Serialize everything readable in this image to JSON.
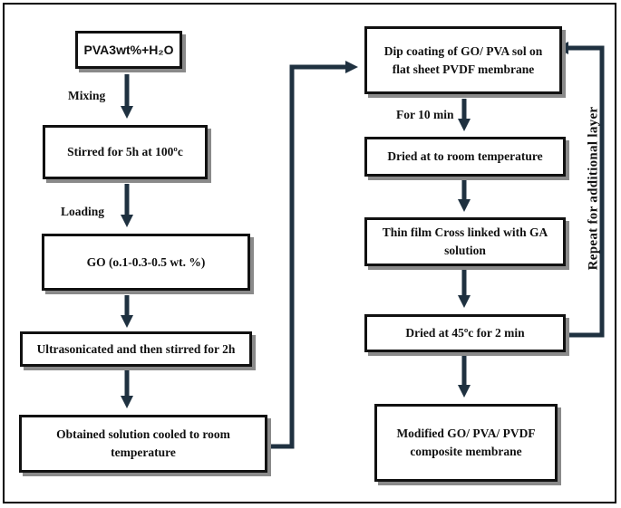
{
  "colors": {
    "arrow": "#1f3140",
    "border": "#111111",
    "shadow": "#8a8a8a"
  },
  "left_column": {
    "box1": "PVA3wt%+H₂O",
    "label_mixing": "Mixing",
    "box2": "Stirred for 5h at 100ºc",
    "label_loading": "Loading",
    "box3": "GO (o.1-0.3-0.5 wt. %)",
    "box4": "Ultrasonicated and  then stirred for 2h",
    "box5_line1": "Obtained solution cooled  to room",
    "box5_line2": "temperature"
  },
  "right_column": {
    "box1_line1": "Dip coating of GO/ PVA  sol on",
    "box1_line2": "flat sheet PVDF membrane",
    "label_time": "For 10 min",
    "box2": "Dried at to room temperature",
    "box3_line1": "Thin film Cross linked with GA",
    "box3_line2": "solution",
    "box4": "Dried at 45ºc for 2 min",
    "box5_line1": "Modified  GO/ PVA/ PVDF",
    "box5_line2": "composite membrane"
  },
  "repeat_label": "Repeat for additional layer"
}
